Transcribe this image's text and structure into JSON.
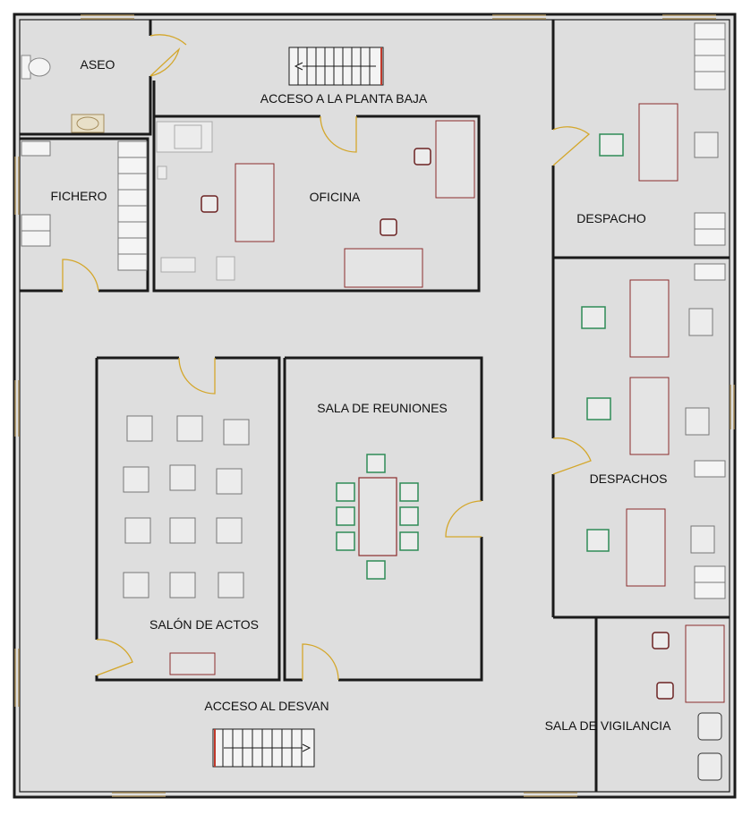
{
  "colors": {
    "floor": "#dedede",
    "wall": "#1a1a1a",
    "door": "#d4a72c",
    "desk": "#8b2c2c",
    "chair_gray": "#777777",
    "chair_accent": "#2e8b57",
    "window": "#a48b5a"
  },
  "rooms": {
    "aseo": "ASEO",
    "acceso_planta_baja": "ACCESO A LA PLANTA BAJA",
    "fichero": "FICHERO",
    "oficina": "OFICINA",
    "despacho": "DESPACHO",
    "sala_reuniones": "SALA DE REUNIONES",
    "despachos": "DESPACHOS",
    "salon_actos": "SALÓN DE ACTOS",
    "acceso_desvan": "ACCESO AL DESVAN",
    "sala_vigilancia": "SALA DE VIGILANCIA"
  },
  "icons": [
    "toilet-icon",
    "sink-icon",
    "stairs-icon",
    "chair-icon",
    "armchair-icon",
    "desk-icon",
    "door-icon",
    "window-icon",
    "filing-cabinet-icon"
  ]
}
